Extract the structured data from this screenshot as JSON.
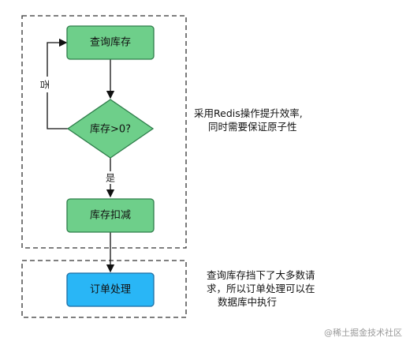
{
  "nodes": {
    "query_stock": "查询库存",
    "stock_check": "库存>0?",
    "deduct_stock": "库存扣减",
    "order_process": "订单处理"
  },
  "edges": {
    "no_label": "否",
    "yes_label": "是"
  },
  "notes": {
    "redis": [
      "采用Redis操作提升效率,",
      "同时需要保证原子性"
    ],
    "database": [
      "查询库存挡下了大多数请",
      "求，所以订单处理可以在",
      "数据库中执行"
    ]
  },
  "watermark": "@稀土掘金技术社区",
  "colors": {
    "green_fill": "#6ecf8a",
    "green_stroke": "#2e7d4a",
    "blue_fill": "#29b6f6",
    "blue_stroke": "#1c6ea4",
    "dashed_border": "#333333"
  }
}
